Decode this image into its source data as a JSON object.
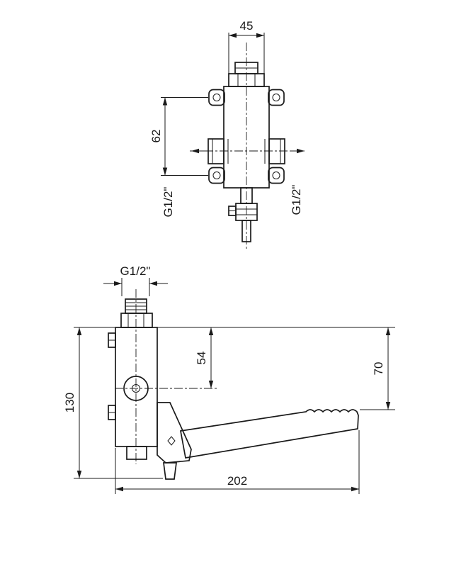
{
  "top_view": {
    "dim_width": "45",
    "dim_hole_spacing": "62",
    "thread_left": "G1/2\"",
    "thread_right": "G1/2\""
  },
  "side_view": {
    "thread_top": "G1/2\"",
    "dim_top_to_pivot": "54",
    "dim_top_to_pedal": "70",
    "dim_height": "130",
    "dim_length": "202"
  },
  "colors": {
    "line": "#1a1a1a",
    "background": "#ffffff"
  }
}
